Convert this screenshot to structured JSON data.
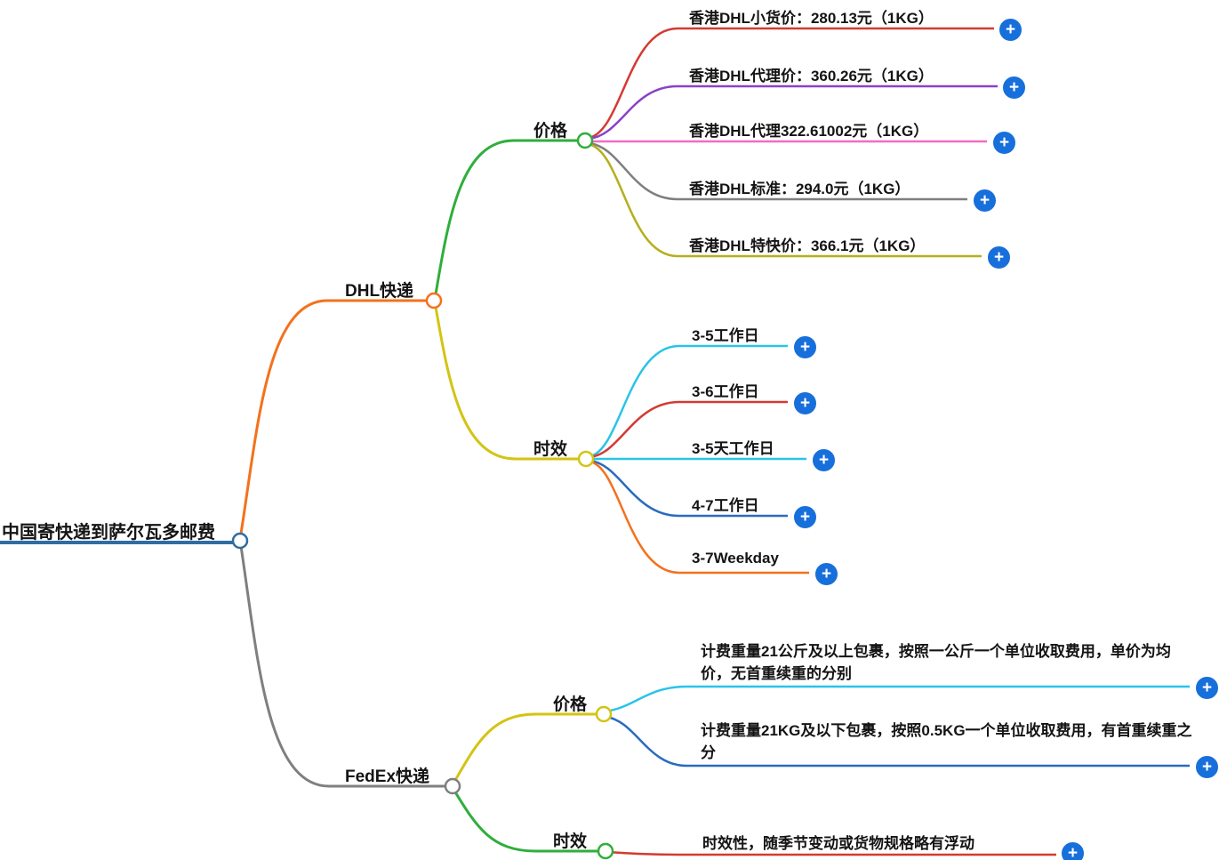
{
  "root": {
    "label": "中国寄快递到萨尔瓦多邮费"
  },
  "branches": {
    "dhl": {
      "label": "DHL快递",
      "price": {
        "label": "价格",
        "items": [
          {
            "label": "香港DHL小货价：280.13元（1KG）"
          },
          {
            "label": "香港DHL代理价：360.26元（1KG）"
          },
          {
            "label": "香港DHL代理322.61002元（1KG）"
          },
          {
            "label": "香港DHL标准：294.0元（1KG）"
          },
          {
            "label": "香港DHL特快价：366.1元（1KG）"
          }
        ]
      },
      "time": {
        "label": "时效",
        "items": [
          {
            "label": "3-5工作日"
          },
          {
            "label": "3-6工作日"
          },
          {
            "label": "3-5天工作日"
          },
          {
            "label": "4-7工作日"
          },
          {
            "label": "3-7Weekday"
          }
        ]
      }
    },
    "fedex": {
      "label": "FedEx快递",
      "price": {
        "label": "价格",
        "items": [
          {
            "label": "计费重量21公斤及以上包裹，按照一公斤一个单位收取费用，单价为均价，无首重续重的分别"
          },
          {
            "label": "计费重量21KG及以下包裹，按照0.5KG一个单位收取费用，有首重续重之分"
          }
        ]
      },
      "time": {
        "label": "时效",
        "items": [
          {
            "label": "时效性，随季节变动或货物规格略有浮动"
          }
        ]
      }
    }
  },
  "icons": {
    "plus": "+"
  },
  "colors": {
    "root_line": "#2e6da4",
    "dhl_branch": "#f4711c",
    "fedex_branch": "#7f7f7f",
    "price_branch_green": "#2fae3b",
    "time_branch_yellow": "#d3c414",
    "leaf_red": "#d43a32",
    "leaf_purple": "#8a42c8",
    "leaf_pink": "#ef6cc3",
    "leaf_gray": "#7f7f7f",
    "leaf_olive": "#b5af1e",
    "leaf_cyan": "#29c4e8",
    "leaf_blue": "#2a6bbf",
    "leaf_orange": "#f4711c",
    "plus_button": "#176fdc",
    "text": "#141414"
  }
}
